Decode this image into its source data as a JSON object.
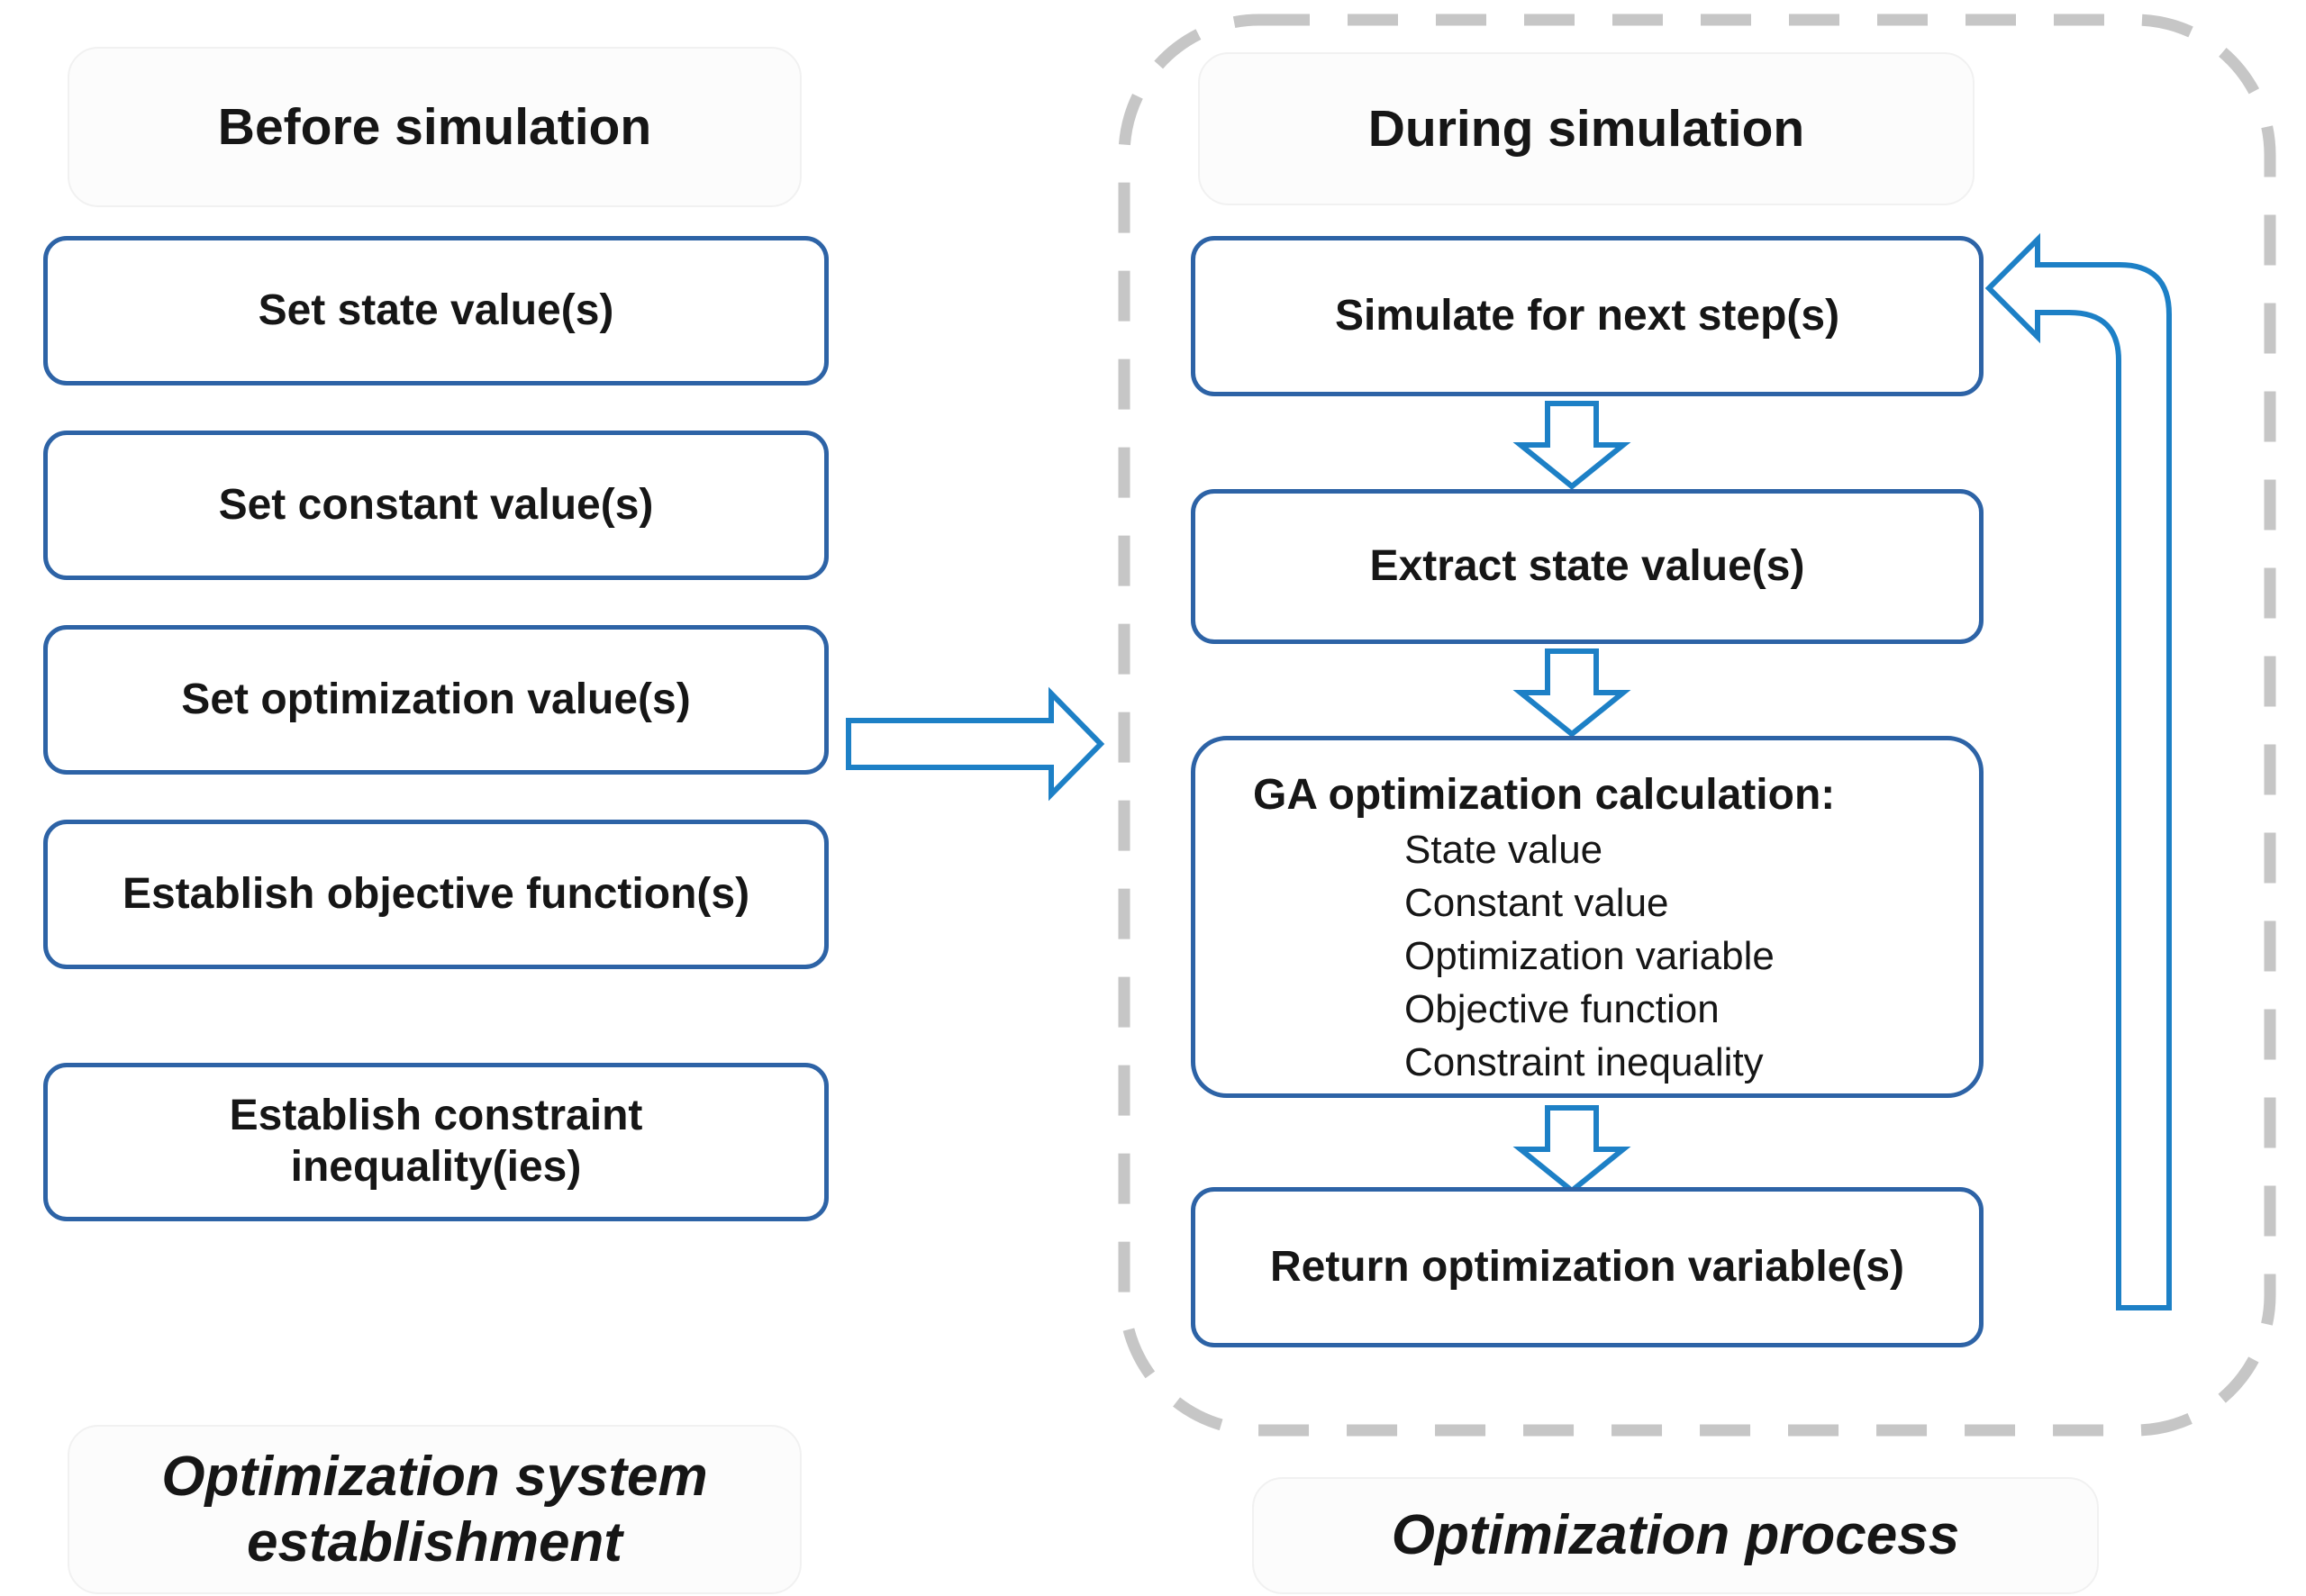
{
  "left_panel": {
    "header": "Before simulation",
    "boxes": [
      "Set state value(s)",
      "Set constant value(s)",
      "Set optimization value(s)",
      "Establish objective function(s)",
      "Establish constraint inequality(ies)"
    ],
    "footer": "Optimization system establishment"
  },
  "right_panel": {
    "header": "During simulation",
    "simulate_box": "Simulate for next step(s)",
    "extract_box": "Extract state value(s)",
    "ga_box": {
      "title": "GA optimization calculation:",
      "items": [
        "State value",
        "Constant value",
        "Optimization variable",
        "Objective function",
        "Constraint inequality"
      ]
    },
    "return_box": "Return optimization variable(s)",
    "footer": "Optimization process"
  },
  "colors": {
    "box_border": "#2d63a6",
    "arrow_outline": "#1d80c6",
    "dashed_border": "#c6c6c6",
    "text": "#161616"
  }
}
